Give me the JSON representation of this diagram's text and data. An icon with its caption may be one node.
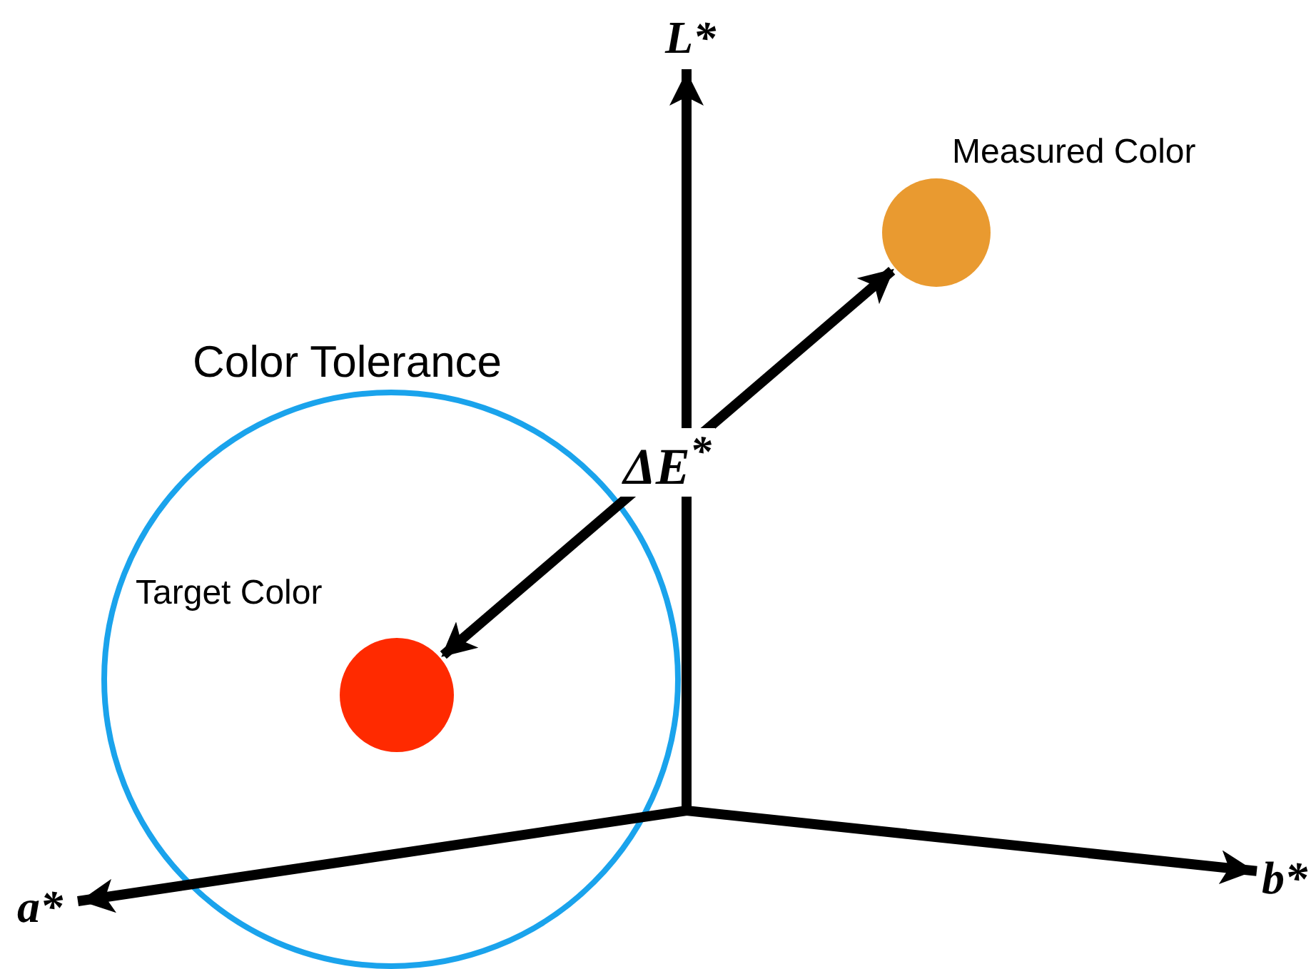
{
  "diagram": {
    "nodes": [
      {
        "text": [
          "Color Tolerance"
        ]
      },
      {
        "text": [
          "Target Color"
        ],
        "in": 0
      },
      {
        "text": [
          "Measured Color"
        ]
      }
    ],
    "edges": [
      {
        "from": 1,
        "to": 2,
        "arrow": "both",
        "label": "ΔE$^{*}$"
      }
    ],
    "labels": [
      "L*",
      "a*",
      "b*"
    ]
  }
}
